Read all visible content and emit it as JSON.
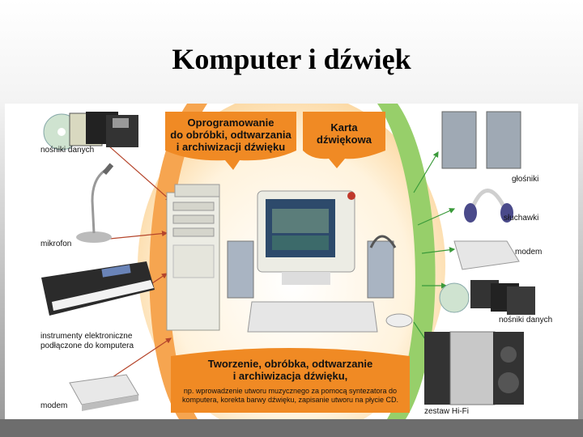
{
  "slide": {
    "title": "Komputer i dźwięk"
  },
  "center": {
    "software": "Oprogramowanie\ndo obróbki, odtwarzania\ni archiwizacji dźwięku",
    "sound_card": "Karta\ndźwiękowa",
    "bottom_title": "Tworzenie, obróbka, odtwarzanie\ni archiwizacja dźwięku,",
    "bottom_desc": "np. wprowadzenie utworu muzycznego za pomocą syntezatora do\nkomputera, korekta barwy dźwięku, zapisanie utworu na płycie CD."
  },
  "inputs": {
    "storage": "nośniki danych",
    "microphone": "mikrofon",
    "instruments": "instrumenty elektroniczne\npodłączone do komputera",
    "modem": "modem"
  },
  "outputs": {
    "speakers": "głośniki",
    "headphones": "słuchawki",
    "modem": "modem",
    "storage": "nośniki danych",
    "hifi": "zestaw Hi-Fi"
  },
  "colors": {
    "orange": "#f08a24",
    "green": "#7cc24a",
    "cream": "#fde6c0",
    "arrow_red": "#c0392b",
    "arrow_green": "#3a9a3a"
  }
}
